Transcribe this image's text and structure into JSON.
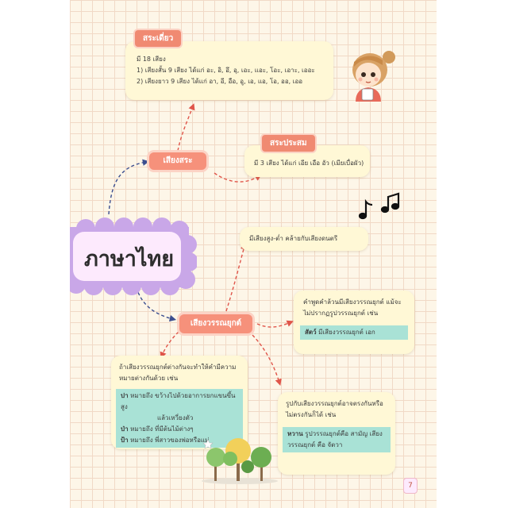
{
  "title": "ภาษาไทย",
  "nodes": {
    "vowel": "เสียงสระ",
    "tone": "เสียงวรรณยุกต์"
  },
  "single_vowel": {
    "label": "สระเดี่ยว",
    "lines": [
      "มี 18 เสียง",
      "1) เสียงสั้น 9 เสียง ได้แก่ อะ, อิ, อึ, อุ, เอะ, แอะ, โอะ, เอาะ, เออะ",
      "2) เสียงยาว 9 เสียง ได้แก่ อา, อี, อือ, อู, เอ, แอ, โอ, ออ, เออ"
    ]
  },
  "compound_vowel": {
    "label": "สระประสม",
    "text": "มี 3 เสียง ได้แก่ เอีย เอือ อัว (เมียเบื่อผัว)"
  },
  "tone_music": "มีเสียงสูง-ต่ำ คล้ายกับเสียงดนตรี",
  "tone_box1": {
    "lines": [
      "คำพูดคำล้วนมีเสียงวรรณยุกต์ แม้จะ",
      "ไม่ปรากฏรูปวรรณยุกต์ เช่น"
    ],
    "ex_word": "สัตว์",
    "ex_text": "มีเสียงวรรณยุกต์ เอก"
  },
  "tone_box2": {
    "lines": [
      "ถ้าเสียงวรรณยุกต์ต่างกันจะทำให้คำมีความ",
      "หมายต่างกันด้วย เช่น"
    ],
    "examples": [
      {
        "word": "ปา",
        "text": "หมายถึง ขว้างไปด้วยอาการยกแขนขึ้นสูง"
      },
      {
        "word": "",
        "text": "แล้วเหวี่ยงตัว"
      },
      {
        "word": "ป่า",
        "text": "หมายถึง ที่มีต้นไม้ต่างๆ"
      },
      {
        "word": "ป้า",
        "text": "หมายถึง พี่สาวของพ่อหรือแม่"
      }
    ]
  },
  "tone_box3": {
    "lines": [
      "รูปกับเสียงวรรณยุกต์อาจตรงกันหรือ",
      "ไม่ตรงกันก็ได้ เช่น"
    ],
    "ex_word": "หวาน",
    "ex_lines": [
      "รูปวรรณยุกต์คือ สามัญ เสียง",
      "วรรณยุกต์ คือ จัตวา"
    ]
  },
  "page_number": "7",
  "colors": {
    "accent": "#f08a72",
    "cloud": "#c9a7e8",
    "highlight": "#a9e2d6",
    "box": "#fff8d6",
    "arrow_red": "#e0554a",
    "arrow_blue": "#3b4e8f"
  }
}
